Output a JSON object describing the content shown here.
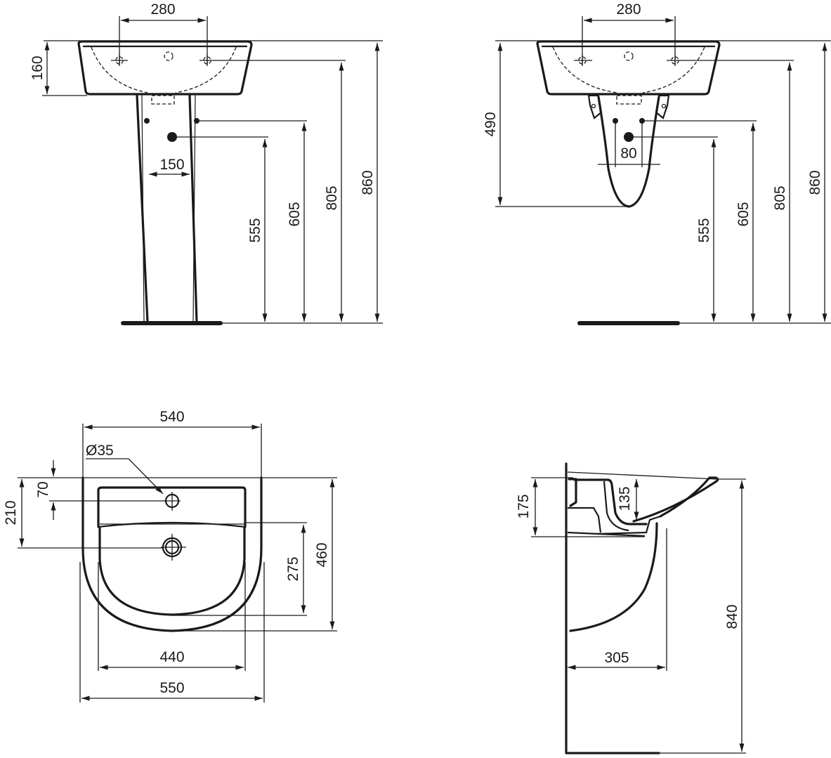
{
  "title": "Washbasin technical dimension drawing",
  "views": {
    "front_pedestal": {
      "tap_spacing": "280",
      "basin_height": "160",
      "pedestal_width": "150",
      "waste_height": "555",
      "supply_height": "605",
      "tap_height": "805",
      "rim_height": "860"
    },
    "front_semipedestal": {
      "tap_spacing": "280",
      "semipedestal_height": "490",
      "supply_spacing": "80",
      "waste_height": "555",
      "supply_height": "605",
      "tap_height": "805",
      "rim_height": "860"
    },
    "top": {
      "outer_width_top": "540",
      "tap_hole_diameter": "Ø35",
      "tap_hole_offset": "70",
      "drain_offset": "210",
      "bowl_depth": "275",
      "overall_depth": "460",
      "bowl_width": "440",
      "overall_width": "550"
    },
    "side": {
      "basin_height": "175",
      "bowl_depth": "135",
      "projection": "305",
      "rim_height": "840"
    }
  },
  "colors": {
    "line": "#1a1a1a",
    "background": "#ffffff"
  }
}
